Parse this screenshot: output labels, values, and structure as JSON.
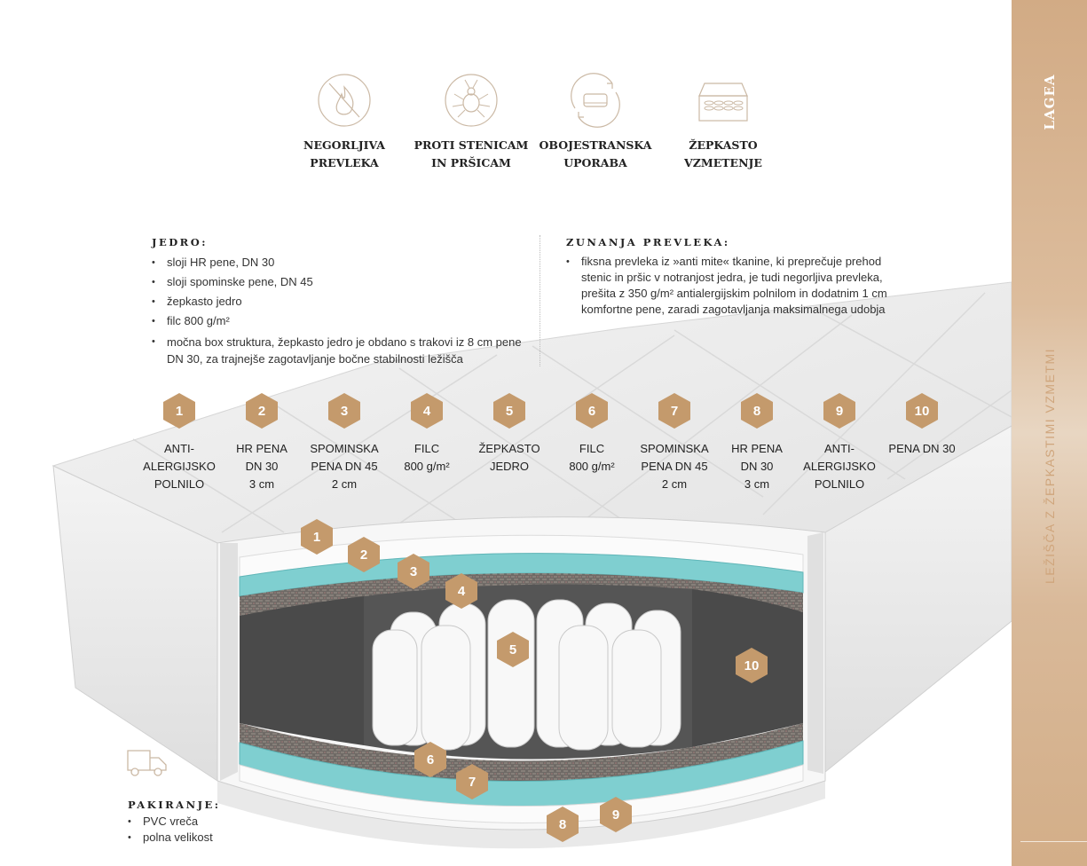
{
  "features": [
    {
      "icon": "fire-resistant-icon",
      "label": [
        "NEGORLJIVA",
        "PREVLEKA"
      ]
    },
    {
      "icon": "anti-mite-icon",
      "label": [
        "PROTI STENICAM",
        "IN PRŠICAM"
      ]
    },
    {
      "icon": "two-sided-icon",
      "label": [
        "OBOJESTRANSKA",
        "UPORABA"
      ]
    },
    {
      "icon": "pocket-springs-icon",
      "label": [
        "ŽEPKASTO",
        "VZMETENJE"
      ]
    }
  ],
  "core": {
    "heading": "JEDRO:",
    "items": [
      "sloji HR pene, DN 30",
      "sloji spominske pene, DN 45",
      "žepkasto jedro",
      "filc 800 g/m²",
      "močna box struktura, žepkasto jedro je obdano s trakovi iz 8 cm pene DN 30, za trajnejše zagotavljanje bočne stabilnosti ležišča"
    ]
  },
  "cover": {
    "heading": "ZUNANJA PREVLEKA:",
    "items": [
      "fiksna prevleka iz »anti mite« tkanine, ki preprečuje prehod stenic in pršic v notranjost jedra, je tudi negorljiva prevleka, prešita z 350 g/m² antialergijskim polnilom in dodatnim 1 cm komfortne pene, zaradi zagotavljanja maksimalnega udobja"
    ]
  },
  "layers": [
    {
      "n": "1",
      "label": [
        "ANTI-",
        "ALERGIJSKO",
        "POLNILO"
      ]
    },
    {
      "n": "2",
      "label": [
        "HR PENA",
        "DN 30",
        "3 cm"
      ]
    },
    {
      "n": "3",
      "label": [
        "SPOMINSKA",
        "PENA DN 45",
        "2 cm"
      ]
    },
    {
      "n": "4",
      "label": [
        "FILC",
        "800 g/m²"
      ]
    },
    {
      "n": "5",
      "label": [
        "ŽEPKASTO",
        "JEDRO"
      ]
    },
    {
      "n": "6",
      "label": [
        "FILC",
        "800 g/m²"
      ]
    },
    {
      "n": "7",
      "label": [
        "SPOMINSKA",
        "PENA DN 45",
        "2 cm"
      ]
    },
    {
      "n": "8",
      "label": [
        "HR PENA",
        "DN 30",
        "3 cm"
      ]
    },
    {
      "n": "9",
      "label": [
        "ANTI-",
        "ALERGIJSKO",
        "POLNILO"
      ]
    },
    {
      "n": "10",
      "label": [
        "PENA DN 30"
      ]
    }
  ],
  "packaging": {
    "heading": "PAKIRANJE:",
    "items": [
      "PVC vreča",
      "polna velikost"
    ]
  },
  "sidebar": {
    "brand": "LAGEA",
    "section": "LEŽIŠČA Z ŽEPKASTIMI VZMETMI"
  },
  "colors": {
    "accent": "#c49a6c",
    "teal": "#7fcfd0",
    "sidebar": "#d2ab85"
  }
}
